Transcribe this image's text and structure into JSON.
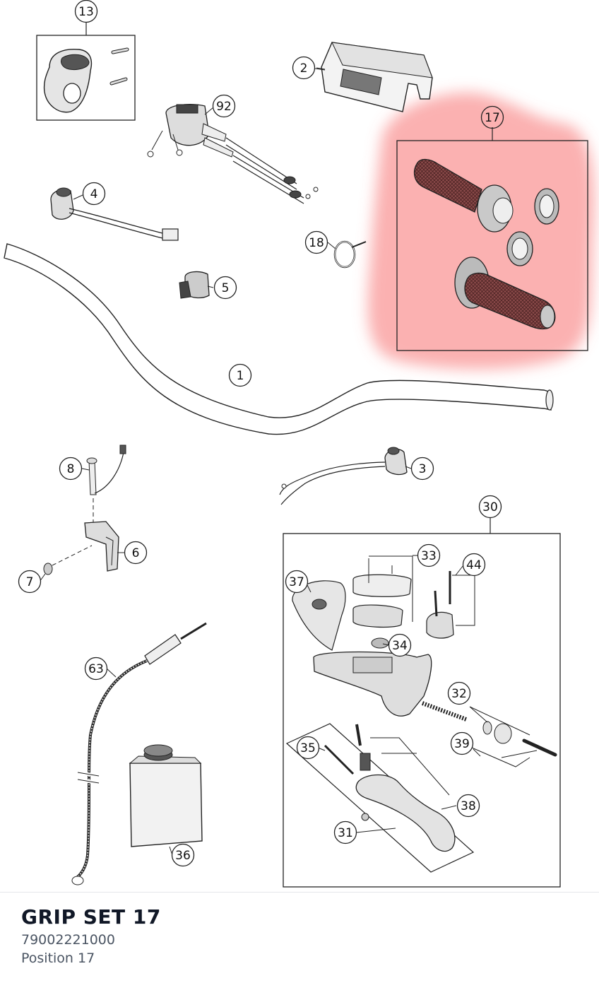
{
  "diagram": {
    "callouts": [
      "13",
      "2",
      "92",
      "17",
      "4",
      "18",
      "5",
      "1",
      "8",
      "3",
      "6",
      "7",
      "30",
      "33",
      "44",
      "37",
      "34",
      "63",
      "32",
      "39",
      "35",
      "38",
      "31",
      "36"
    ],
    "highlight_color": "#f87171"
  },
  "footer": {
    "title": "GRIP SET 17",
    "part_number": "79002221000",
    "position": "Position 17"
  }
}
